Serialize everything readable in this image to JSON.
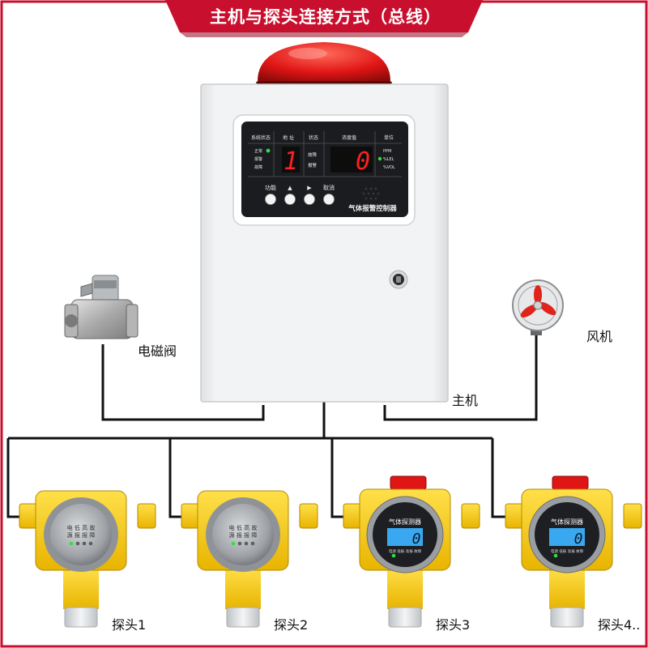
{
  "title": "主机与探头连接方式（总线）",
  "colors": {
    "accent": "#c8102e",
    "wire": "#111111",
    "probe_yellow": "#f2c300",
    "beacon_red": "#e01515",
    "led_red": "#ff2020",
    "lcd_blue": "#39a8f0"
  },
  "controller": {
    "header": {
      "system_state": "系统状态",
      "address": "地 址",
      "state": "状态",
      "concentration": "浓度值",
      "unit": "单位"
    },
    "status_labels": [
      "正常",
      "报警",
      "故障"
    ],
    "state_labels": [
      "故障",
      "报警"
    ],
    "address_value": "1",
    "concentration_value": "0",
    "units": [
      "PPM",
      "%LEL",
      "%VOL"
    ],
    "buttons": [
      "功能",
      "▲",
      "▶",
      "取消"
    ],
    "brand_label": "气体报警控制器"
  },
  "labels": {
    "solenoid_valve": "电磁阀",
    "fan": "风机",
    "host": "主机"
  },
  "probes": [
    {
      "name": "探头1",
      "type": "indicator",
      "led_labels": "电 低 高 故\n源 报 报 障"
    },
    {
      "name": "探头2",
      "type": "indicator",
      "led_labels": "电 低 高 故\n源 报 报 障"
    },
    {
      "name": "探头3",
      "type": "display",
      "screen_title": "气体探测器",
      "display_value": "0",
      "footer_labels": "电源  低报  高报  故障"
    },
    {
      "name": "探头4..",
      "type": "display",
      "screen_title": "气体探测器",
      "display_value": "0",
      "footer_labels": "电源  低报  高报  故障"
    }
  ]
}
